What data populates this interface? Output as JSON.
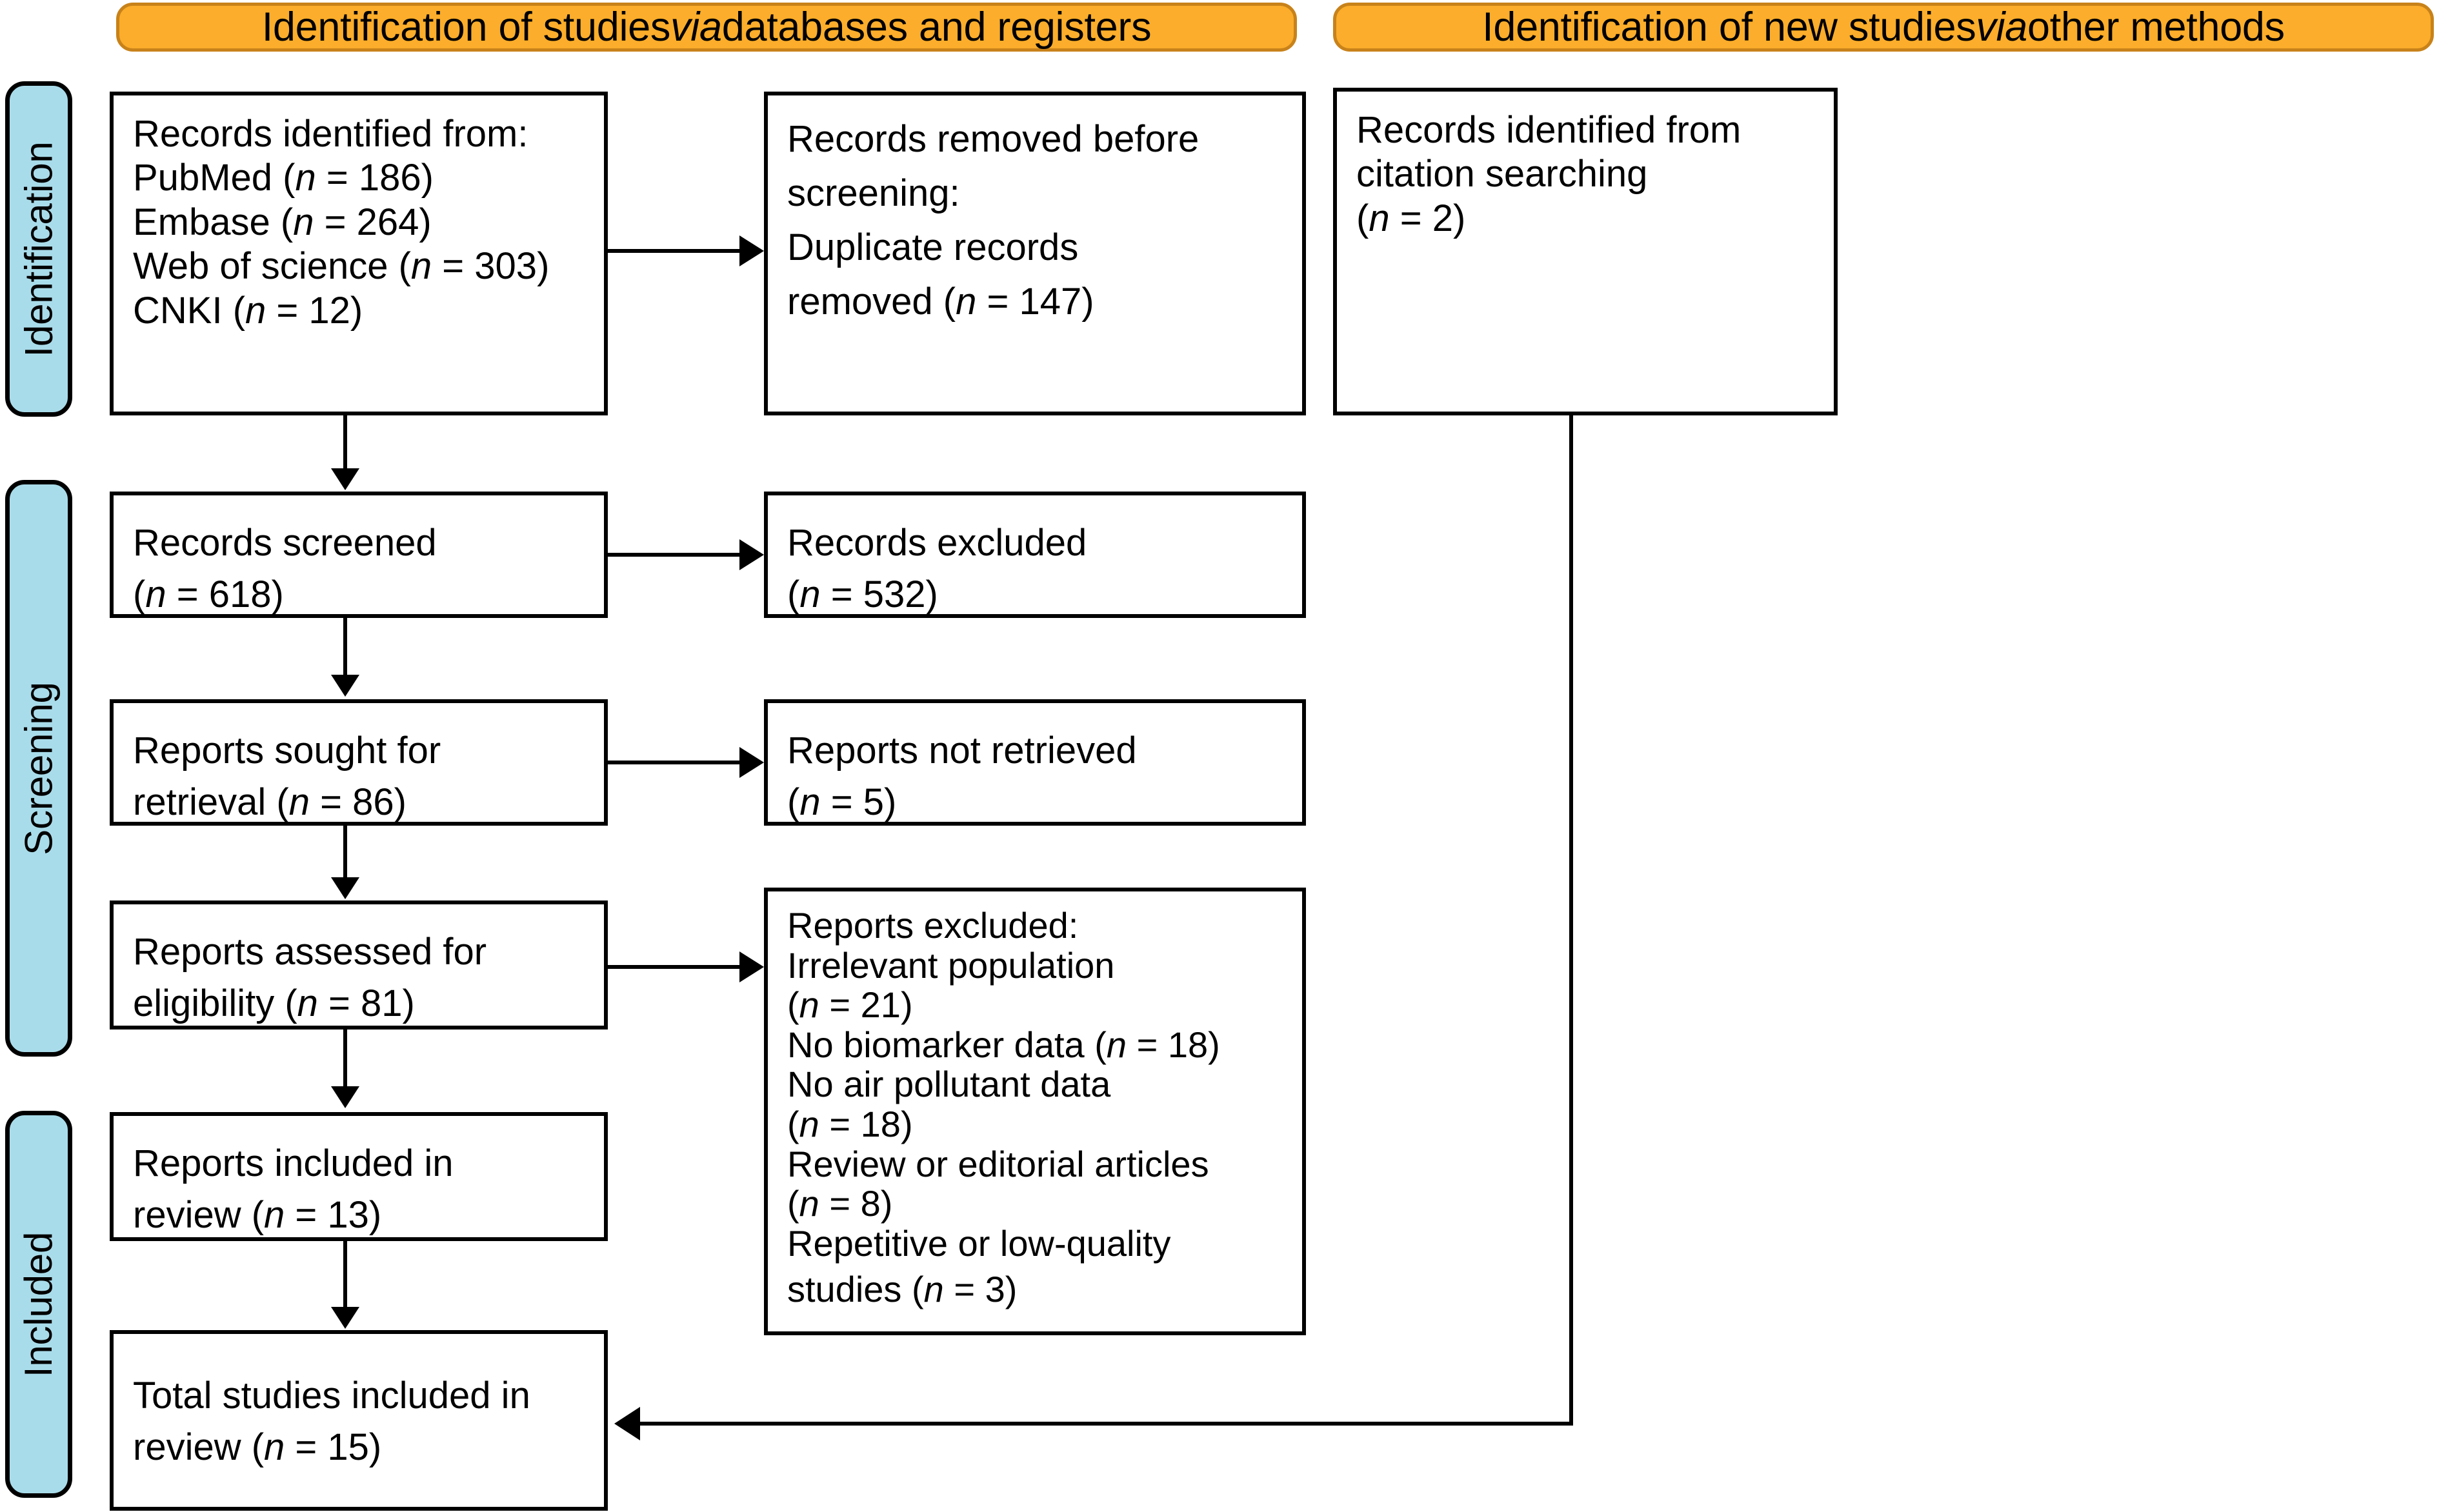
{
  "diagram": {
    "type": "prisma-flow-diagram",
    "colors": {
      "header_fill": "#FBAD2B",
      "header_border": "#C8821A",
      "stage_bar_fill": "#A9DCEA",
      "box_border": "#000000",
      "box_fill": "#FFFFFF"
    }
  },
  "headers": {
    "databases": {
      "pre": "Identification of studies ",
      "italic": "via",
      "post": " databases and registers"
    },
    "other": {
      "pre": "Identification of new studies ",
      "italic": "via",
      "post": " other methods"
    }
  },
  "stages": {
    "identification": "Identification",
    "screening": "Screening",
    "included": "Included"
  },
  "boxes": {
    "records_identified": {
      "title": "Records identified from:",
      "sources": [
        {
          "name": "PubMed",
          "n": "186"
        },
        {
          "name": "Embase",
          "n": "264"
        },
        {
          "name": "Web of science",
          "n": "303"
        },
        {
          "name": "CNKI",
          "n": "12"
        }
      ]
    },
    "records_removed": {
      "line1": "Records removed before",
      "line2": "screening:",
      "line3": "Duplicate records",
      "line4_pre": "removed (",
      "line4_n": "147"
    },
    "citation_searching": {
      "line1": "Records identified from",
      "line2": "citation searching",
      "n": "2"
    },
    "records_screened": {
      "label": "Records screened",
      "n": "618"
    },
    "records_excluded": {
      "label": "Records excluded",
      "n": "532"
    },
    "reports_sought": {
      "line1": "Reports sought for",
      "line2_pre": "retrieval (",
      "n": "86"
    },
    "reports_not_retrieved": {
      "label": "Reports not retrieved",
      "n": "5"
    },
    "reports_assessed": {
      "line1": "Reports assessed for",
      "line2_pre": "eligibility (",
      "n": "81"
    },
    "reports_excluded": {
      "title": "Reports excluded:",
      "reasons": [
        {
          "text": "Irrelevant population",
          "n": "21",
          "wrap": true
        },
        {
          "text": "No biomarker data",
          "n": "18",
          "wrap": false
        },
        {
          "text": "No air pollutant data",
          "n": "18",
          "wrap": true
        },
        {
          "text": "Review or editorial articles",
          "n": "8",
          "wrap": true
        },
        {
          "text": "Repetitive or low-quality studies",
          "n": "3",
          "wrap": "tail"
        }
      ],
      "lines": [
        "Reports excluded:",
        "Irrelevant population",
        "(n = 21)",
        "No biomarker data (n = 18)",
        "No air pollutant data",
        "(n = 18)",
        "Review or editorial articles",
        "(n = 8)",
        "Repetitive or low-quality",
        "studies (n = 3)"
      ]
    },
    "reports_included": {
      "line1": "Reports included in",
      "line2_pre": "review (",
      "n": "13"
    },
    "total_included": {
      "line1": "Total studies included in",
      "line2_pre": "review (",
      "n": "15"
    }
  }
}
